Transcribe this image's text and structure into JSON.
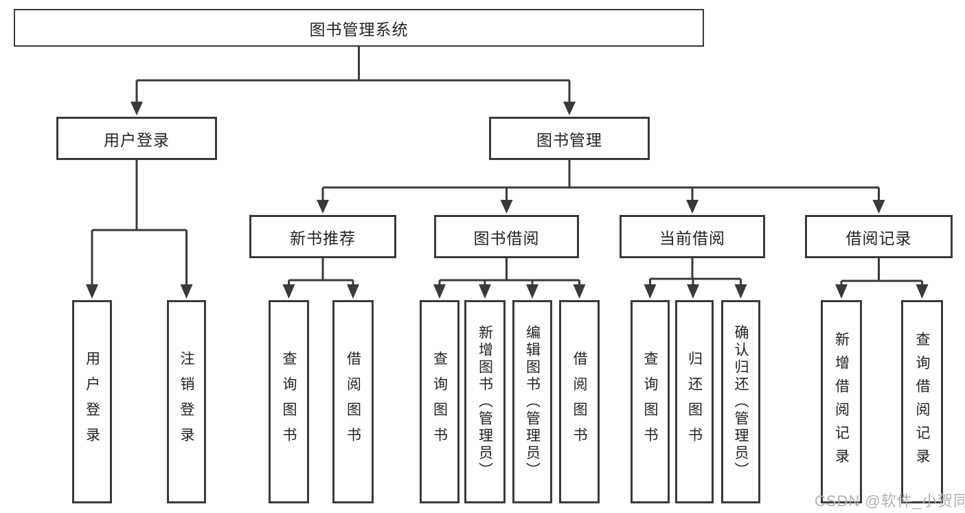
{
  "diagram": {
    "root": {
      "label": "图书管理系统"
    },
    "level2": [
      {
        "label": "用户登录"
      },
      {
        "label": "图书管理"
      }
    ],
    "level3": [
      {
        "label": "新书推荐"
      },
      {
        "label": "图书借阅"
      },
      {
        "label": "当前借阅"
      },
      {
        "label": "借阅记录"
      }
    ],
    "leaves": {
      "user": [
        {
          "label": "用户登录"
        },
        {
          "label": "注销登录"
        }
      ],
      "recommend": [
        {
          "label": "查询图书"
        },
        {
          "label": "借阅图书"
        }
      ],
      "borrow": [
        {
          "label": "查询图书"
        },
        {
          "label": "新增图书（管理员）"
        },
        {
          "label": "编辑图书（管理员）"
        },
        {
          "label": "借阅图书"
        }
      ],
      "current": [
        {
          "label": "查询图书"
        },
        {
          "label": "归还图书"
        },
        {
          "label": "确认归还（管理员）"
        }
      ],
      "records": [
        {
          "label": "新增借阅记录"
        },
        {
          "label": "查询借阅记录"
        }
      ]
    },
    "watermark": "CSDN @软件_小贺同学",
    "colors": {
      "line": "#3a3a3a",
      "text": "#222222",
      "watermark": "#b3aeae",
      "background": "#ffffff"
    }
  }
}
